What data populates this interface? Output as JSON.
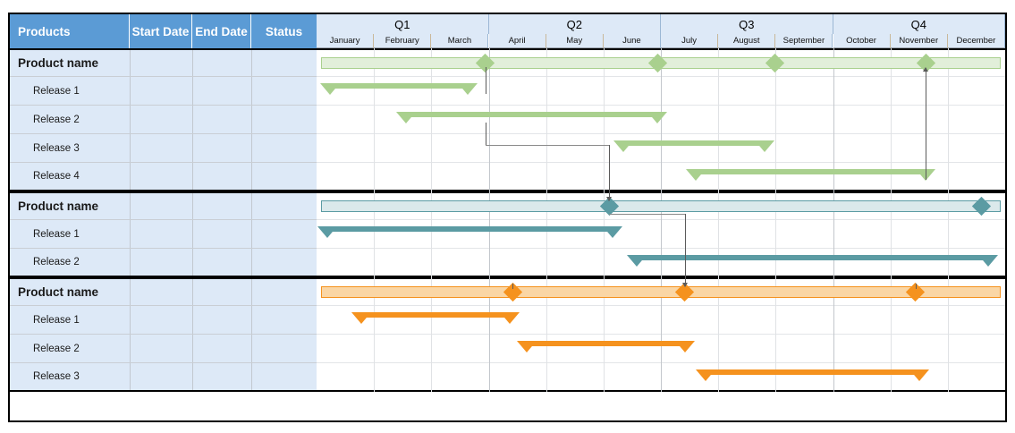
{
  "columns": {
    "products": "Products",
    "start_date": "Start Date",
    "end_date": "End Date",
    "status": "Status"
  },
  "timeline": {
    "quarters": [
      {
        "label": "Q1",
        "months": [
          "January",
          "February",
          "March"
        ]
      },
      {
        "label": "Q2",
        "months": [
          "April",
          "May",
          "June"
        ]
      },
      {
        "label": "Q3",
        "months": [
          "July",
          "August",
          "September"
        ]
      },
      {
        "label": "Q4",
        "months": [
          "October",
          "November",
          "December"
        ]
      }
    ]
  },
  "colors": {
    "header_blue": "#5b9bd5",
    "row_blue": "#dde9f7",
    "green_bar": "#a9d08e",
    "green_summary_fill": "#e2efda",
    "teal_bar": "#5b9ba3",
    "teal_summary_fill": "#dbe9eb",
    "orange_bar": "#f5921e",
    "orange_summary_fill": "#fad6a5",
    "connector": "#8a8a8a"
  },
  "groups": [
    {
      "name": "Product name",
      "color_key": "green",
      "start_date": "",
      "end_date": "",
      "status": "",
      "summary": {
        "start_pct": 0.7,
        "end_pct": 99.3
      },
      "milestones": [
        24.5,
        49.5,
        66.5,
        88.5
      ],
      "tasks": [
        {
          "name": "Release 1",
          "start_date": "",
          "end_date": "",
          "status": "",
          "start_pct": 2.0,
          "end_pct": 22.0
        },
        {
          "name": "Release 2",
          "start_date": "",
          "end_date": "",
          "status": "",
          "start_pct": 13.0,
          "end_pct": 49.5
        },
        {
          "name": "Release 3",
          "start_date": "",
          "end_date": "",
          "status": "",
          "start_pct": 44.5,
          "end_pct": 65.0
        },
        {
          "name": "Release 4",
          "start_date": "",
          "end_date": "",
          "status": "",
          "start_pct": 55.0,
          "end_pct": 88.5
        }
      ]
    },
    {
      "name": "Product name",
      "color_key": "teal",
      "start_date": "",
      "end_date": "",
      "status": "",
      "summary": {
        "start_pct": 0.7,
        "end_pct": 99.3
      },
      "milestones": [
        42.5,
        96.5
      ],
      "tasks": [
        {
          "name": "Release 1",
          "start_date": "",
          "end_date": "",
          "status": "",
          "start_pct": 1.5,
          "end_pct": 43.0
        },
        {
          "name": "Release 2",
          "start_date": "",
          "end_date": "",
          "status": "",
          "start_pct": 46.5,
          "end_pct": 97.5
        }
      ]
    },
    {
      "name": "Product name",
      "color_key": "orange",
      "start_date": "",
      "end_date": "",
      "status": "",
      "summary": {
        "start_pct": 0.7,
        "end_pct": 99.3
      },
      "milestones": [
        28.5,
        53.5,
        87.0
      ],
      "tasks": [
        {
          "name": "Release 1",
          "start_date": "",
          "end_date": "",
          "status": "",
          "start_pct": 6.5,
          "end_pct": 28.0
        },
        {
          "name": "Release 2",
          "start_date": "",
          "end_date": "",
          "status": "",
          "start_pct": 30.5,
          "end_pct": 53.5
        },
        {
          "name": "Release 3",
          "start_date": "",
          "end_date": "",
          "status": "",
          "start_pct": 56.5,
          "end_pct": 87.5
        }
      ]
    }
  ],
  "chart_data": {
    "type": "bar",
    "title": "",
    "xlabel": "",
    "ylabel": "Products",
    "categories": [
      "January",
      "February",
      "March",
      "April",
      "May",
      "June",
      "July",
      "August",
      "September",
      "October",
      "November",
      "December"
    ],
    "series": [
      {
        "name": "Product name / Release 1 (green)",
        "start_month": 1.2,
        "end_month": 3.6
      },
      {
        "name": "Product name / Release 2 (green)",
        "start_month": 2.6,
        "end_month": 7.0
      },
      {
        "name": "Product name / Release 3 (green)",
        "start_month": 6.3,
        "end_month": 8.8
      },
      {
        "name": "Product name / Release 4 (green)",
        "start_month": 7.6,
        "end_month": 11.6
      },
      {
        "name": "Product name / Release 1 (teal)",
        "start_month": 1.2,
        "end_month": 6.2
      },
      {
        "name": "Product name / Release 2 (teal)",
        "start_month": 6.6,
        "end_month": 12.7
      },
      {
        "name": "Product name / Release 1 (orange)",
        "start_month": 1.8,
        "end_month": 4.4
      },
      {
        "name": "Product name / Release 2 (orange)",
        "start_month": 4.7,
        "end_month": 7.4
      },
      {
        "name": "Product name / Release 3 (orange)",
        "start_month": 7.8,
        "end_month": 11.5
      }
    ]
  }
}
